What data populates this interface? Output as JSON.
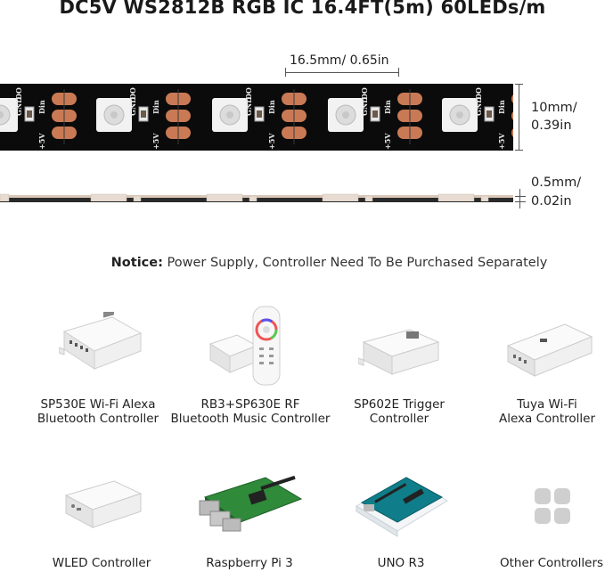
{
  "title": "DC5V WS2812B RGB IC 16.4FT(5m) 60LEDs/m",
  "dimensions": {
    "pitch": "16.5mm/ 0.65in",
    "width_line1": "10mm/",
    "width_line2": "0.39in",
    "thickness_line1": "0.5mm/",
    "thickness_line2": "0.02in"
  },
  "strip_labels": {
    "do": "DO",
    "gnd": "GND",
    "din": "Din",
    "plus5v": "+5V"
  },
  "notice": {
    "prefix": "Notice:",
    "text": " Power Supply, Controller Need To Be Purchased Separately"
  },
  "controllers": [
    {
      "line1": "SP530E Wi-Fi Alexa",
      "line2": "Bluetooth Controller"
    },
    {
      "line1": "RB3+SP630E RF",
      "line2": "Bluetooth Music Controller"
    },
    {
      "line1": "SP602E Trigger",
      "line2": "Controller"
    },
    {
      "line1": "Tuya Wi-Fi",
      "line2": "Alexa Controller"
    },
    {
      "line1": "WLED Controller",
      "line2": ""
    },
    {
      "line1": "Raspberry Pi 3",
      "line2": ""
    },
    {
      "line1": "UNO R3",
      "line2": ""
    },
    {
      "line1": "Other Controllers",
      "line2": ""
    }
  ],
  "colors": {
    "strip": "#0b0b0b",
    "pad": "#c97a55",
    "led": "#f2f2f2",
    "device": "#f4f4f4"
  }
}
